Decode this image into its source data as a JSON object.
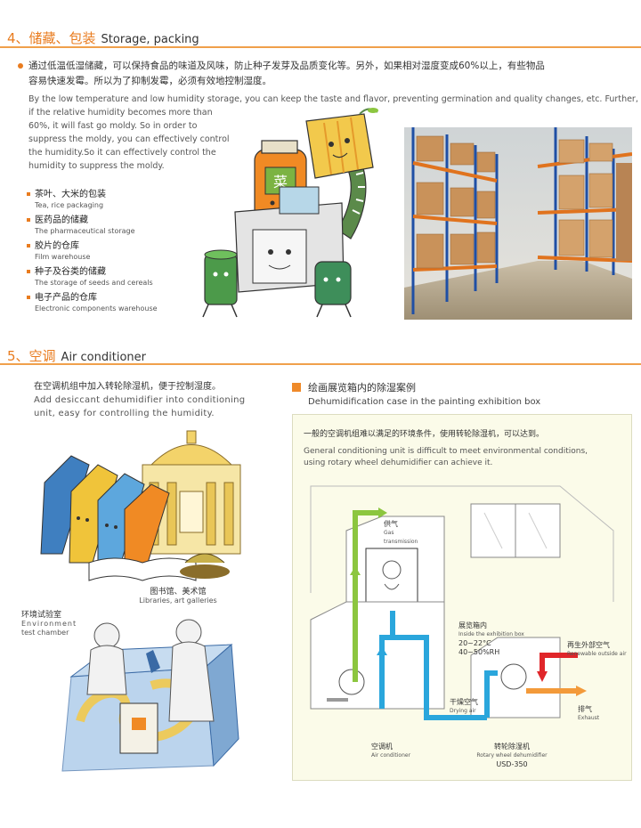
{
  "section4": {
    "number_title": "4、储藏、包装",
    "title_en": "Storage, packing",
    "intro_cn_1": "通过低温低湿储藏，可以保持食品的味道及风味，防止种子发芽及品质变化等。另外，如果相对湿度变成60%以上，有些物品",
    "intro_cn_2": "容易快速发霉。所以为了抑制发霉，必须有效地控制湿度。",
    "intro_en_1": "By the low temperature and low humidity storage, you can keep the taste and flavor, preventing germination and quality changes, etc. Further,",
    "intro_en_2": "if the relative humidity becomes more than",
    "intro_en_3": "60%, it will fast go moldy. So in order to",
    "intro_en_4": "suppress the moldy, you can effectively control",
    "intro_en_5": "the humidity.So it can effectively control the",
    "intro_en_6": "humidity to suppress the moldy.",
    "items": [
      {
        "cn": "茶叶、大米的包装",
        "en": "Tea, rice packaging"
      },
      {
        "cn": "医药品的储藏",
        "en": "The pharmaceutical storage"
      },
      {
        "cn": "胶片的仓库",
        "en": "Film warehouse"
      },
      {
        "cn": "种子及谷类的储藏",
        "en": "The storage of seeds and cereals"
      },
      {
        "cn": "电子产品的仓库",
        "en": "Electronic components warehouse"
      }
    ],
    "illustration_label": "菜"
  },
  "section5": {
    "number_title": "5、空调",
    "title_en": "Air conditioner",
    "left_cn": "在空调机组中加入转轮除湿机，便于控制湿度。",
    "left_en_1": "Add desiccant dehumidifier into conditioning",
    "left_en_2": "unit, easy for controlling the humidity.",
    "library_cn": "图书馆、美术馆",
    "library_en": "Libraries, art galleries",
    "env_cn": "环境试验室",
    "env_en_1": "Environment",
    "env_en_2": "test chamber",
    "case_cn": "绘画展览箱内的除湿案例",
    "case_en": "Dehumidification case in the painting exhibition box",
    "diagram": {
      "desc_cn": "一般的空调机组难以满足的环境条件，使用转轮除湿机，可以达到。",
      "desc_en_1": "General conditioning unit is difficult to meet environmental conditions,",
      "desc_en_2": "using rotary wheel dehumidifier can achieve it.",
      "supply_cn": "供气",
      "supply_en": "Gas transmission",
      "box_cn": "展览箱内",
      "box_en": "Inside the exhibition box",
      "box_temp": "20~22°C",
      "box_rh": "40~50%RH",
      "dry_cn": "干燥空气",
      "dry_en": "Drying air",
      "ac_cn": "空调机",
      "ac_en": "Air conditioner",
      "wheel_cn": "转轮除湿机",
      "wheel_en": "Rotary wheel dehumidifier",
      "wheel_model": "USD-350",
      "regen_cn": "再生外部空气",
      "regen_en": "Renewable outside air",
      "exhaust_cn": "排气",
      "exhaust_en": "Exhaust"
    }
  },
  "colors": {
    "accent": "#e97c1f",
    "rule": "#f0a04b",
    "dry_air": "#2aa6dc",
    "supply_air": "#8cc63f",
    "regen_air": "#e0262a",
    "exhaust_air": "#f39a3a"
  }
}
